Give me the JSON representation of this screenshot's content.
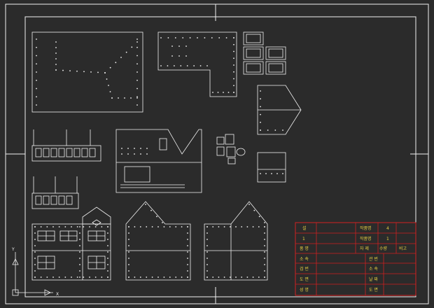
{
  "canvas": {
    "background": "#2b2b2b",
    "line_color": "#f2f2f2",
    "title_block_border_color": "#d02020",
    "title_block_text_color": "#e8d040",
    "title_block_label_color": "#40c8c8"
  },
  "ucs_icon": {
    "y_label": "Y",
    "x_label": "X"
  },
  "title_block": {
    "row1": {
      "c1": "설",
      "c3": "작품명",
      "c5": "4"
    },
    "row2": {
      "c1": "1",
      "c3": "작품명",
      "c5": "1"
    },
    "row3": {
      "c1": "품 명",
      "c3": "자 제",
      "c4": "수량",
      "c5": "비고"
    },
    "labels_left": [
      "소 속",
      "검 번",
      "도 면",
      "성 명"
    ],
    "labels_mid": [
      "관 번",
      "소 속",
      "날 짜",
      "도 면"
    ]
  },
  "icons": {
    "ucs": "ucs-axis-icon",
    "origin": "ucs-origin-box-icon"
  }
}
